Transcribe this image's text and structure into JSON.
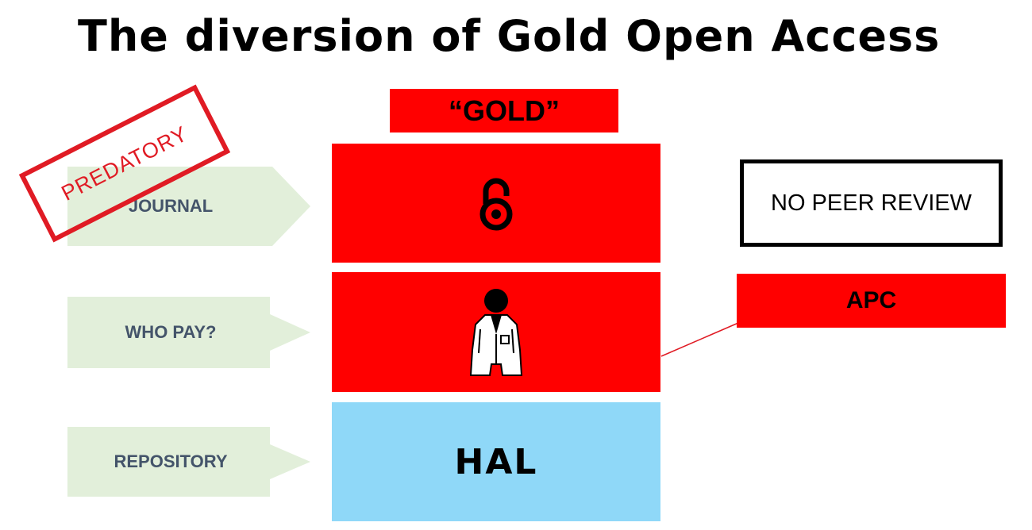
{
  "title": "The diversion of Gold Open Access",
  "gold_label": "“GOLD”",
  "rows": {
    "journal": "JOURNAL",
    "who_pay": "WHO PAY?",
    "repository": "REPOSITORY"
  },
  "stamp": "PREDATORY",
  "hal": "HAL",
  "no_peer_review": "NO PEER REVIEW",
  "apc": "APC",
  "icons": {
    "open_access": "open-access-lock-icon",
    "researcher": "researcher-lab-coat-icon"
  },
  "colors": {
    "red": "#ff0000",
    "light_blue": "#8fd8f8",
    "arrow_green": "#e2efda",
    "stamp_red": "#e01b24"
  }
}
